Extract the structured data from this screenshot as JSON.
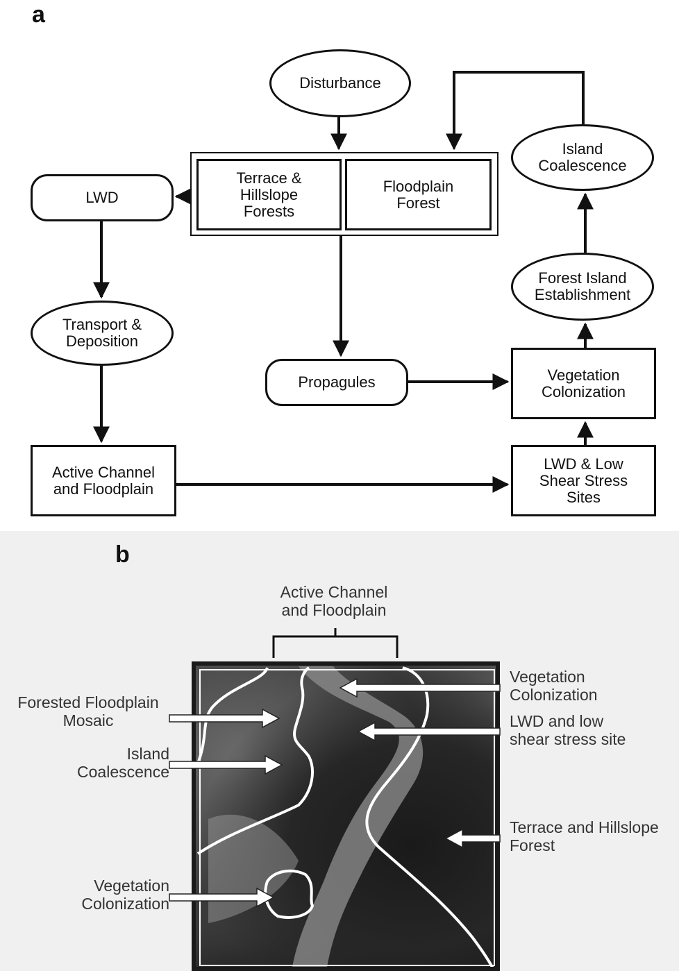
{
  "panel_a": {
    "letter": "a",
    "nodes": {
      "disturbance": "Disturbance",
      "terrace": "Terrace &\nHillslope\nForests",
      "floodplain_forest": "Floodplain\nForest",
      "lwd": "LWD",
      "transport": "Transport &\nDeposition",
      "active_channel": "Active Channel\nand Floodplain",
      "propagules": "Propagules",
      "island_coalescence": "Island\nCoalescence",
      "forest_island": "Forest Island\nEstablishment",
      "veg_colonization": "Vegetation\nColonization",
      "lwd_low_shear": "LWD & Low\nShear Stress\nSites"
    }
  },
  "panel_b": {
    "letter": "b",
    "top_label": "Active Channel\nand Floodplain",
    "left_labels": {
      "forested_floodplain": "Forested Floodplain\nMosaic",
      "island_coalescence": "Island\nCoalescence",
      "veg_colonization": "Vegetation\nColonization"
    },
    "right_labels": {
      "veg_colonization": "Vegetation\nColonization",
      "lwd_site": "LWD and low\nshear stress site",
      "terrace_forest": "Terrace and Hillslope\nForest"
    }
  }
}
